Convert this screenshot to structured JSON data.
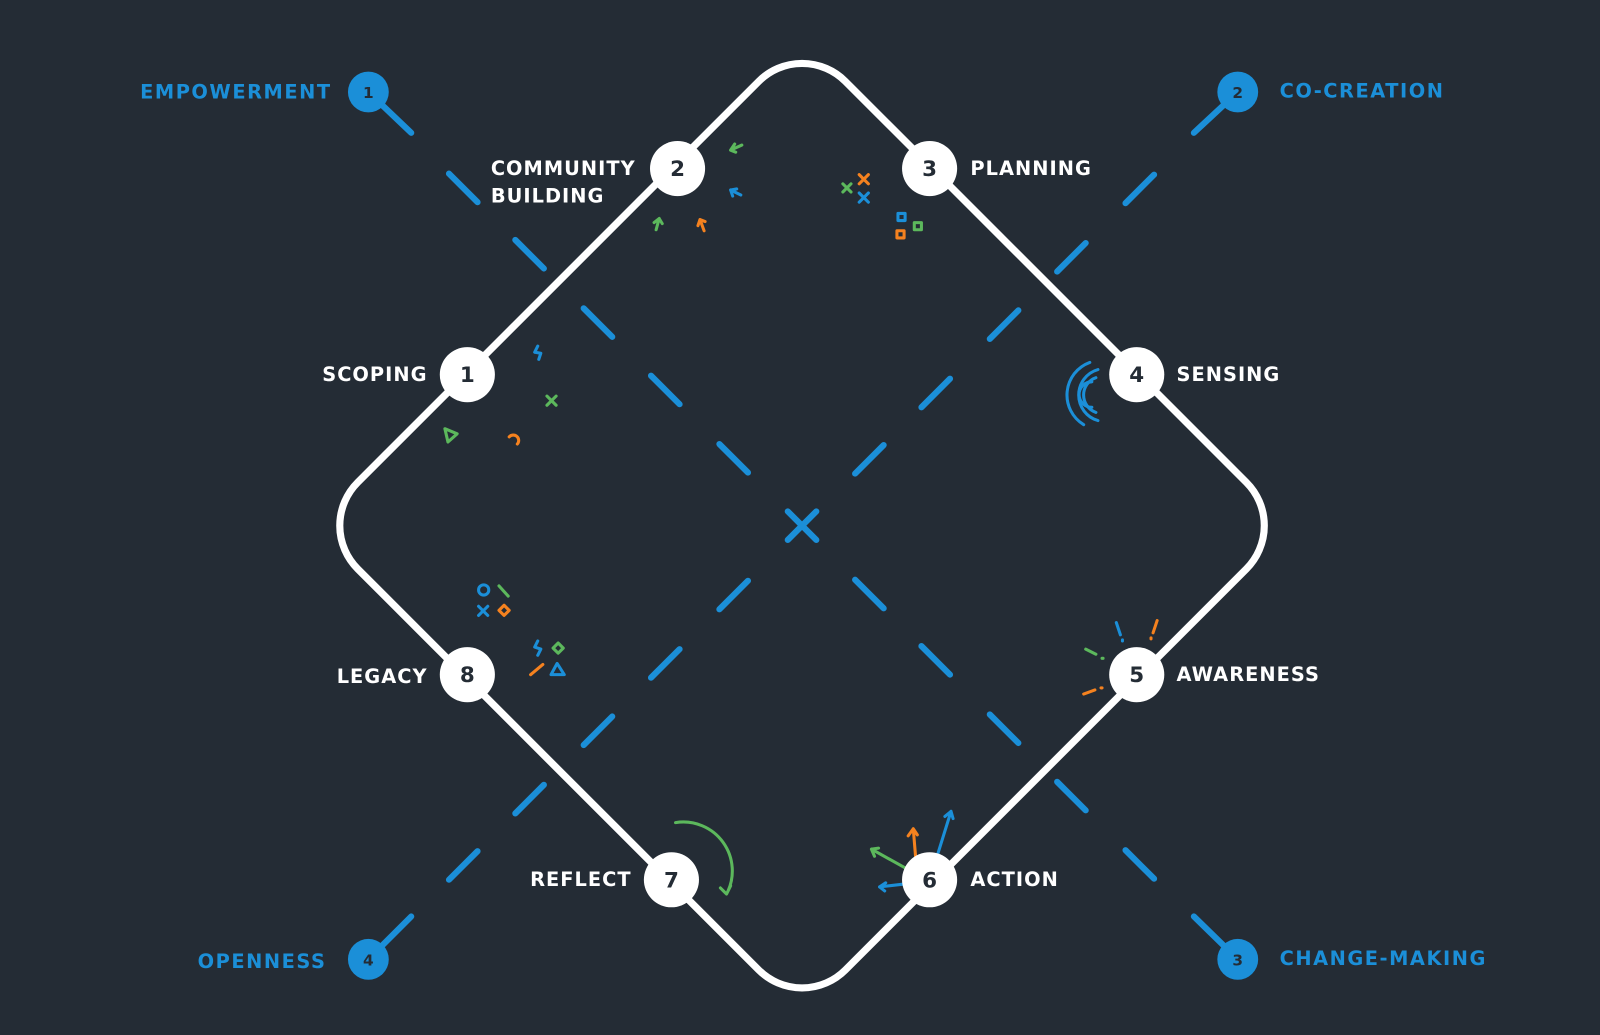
{
  "colors": {
    "background": "#242c35",
    "blue": "#1b8fd8",
    "green": "#5cb85c",
    "orange": "#f5821f",
    "white": "#ffffff"
  },
  "stages": [
    {
      "number": "1",
      "label": "SCOPING"
    },
    {
      "number": "2",
      "label_line1": "COMMUNITY",
      "label_line2": "BUILDING"
    },
    {
      "number": "3",
      "label": "PLANNING"
    },
    {
      "number": "4",
      "label": "SENSING"
    },
    {
      "number": "5",
      "label": "AWARENESS"
    },
    {
      "number": "6",
      "label": "ACTION"
    },
    {
      "number": "7",
      "label": "REFLECT"
    },
    {
      "number": "8",
      "label": "LEGACY"
    }
  ],
  "principles": [
    {
      "number": "1",
      "label": "EMPOWERMENT"
    },
    {
      "number": "2",
      "label": "CO-CREATION"
    },
    {
      "number": "3",
      "label": "CHANGE-MAKING"
    },
    {
      "number": "4",
      "label": "OPENNESS"
    }
  ]
}
